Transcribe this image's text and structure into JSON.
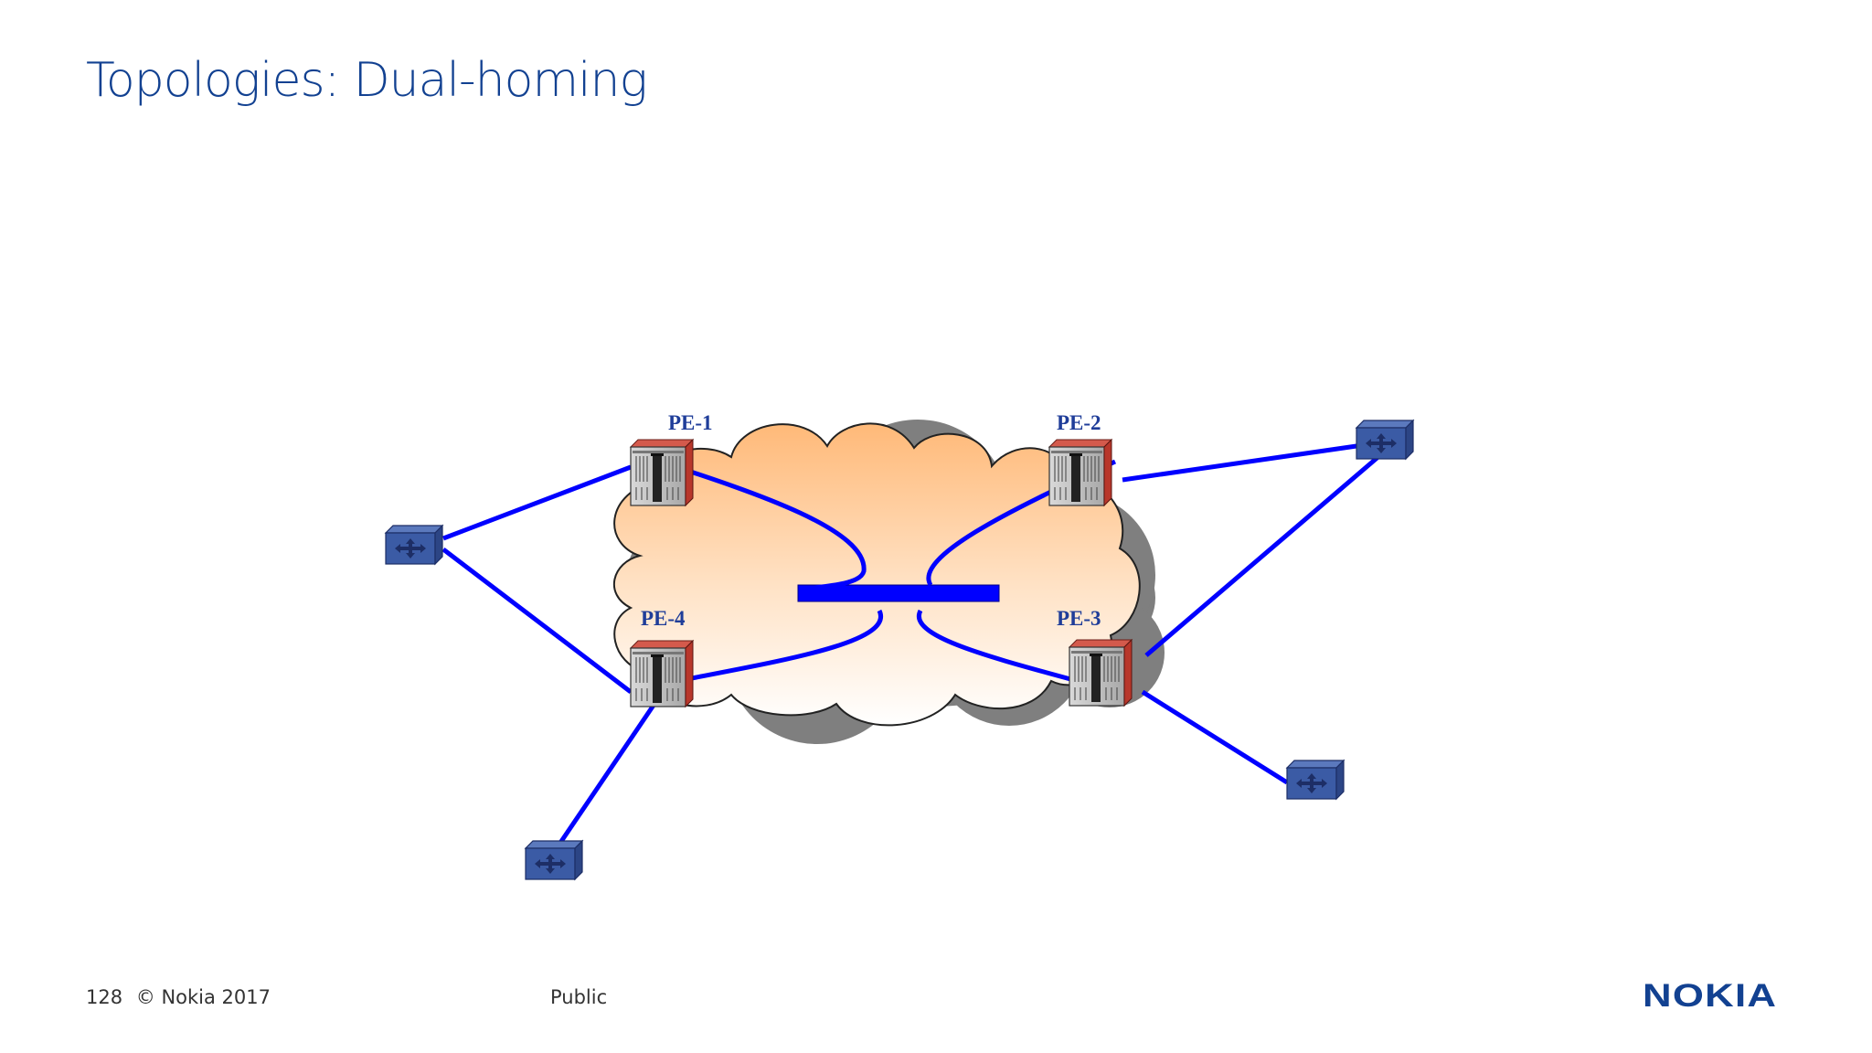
{
  "slide": {
    "title": "Topologies: Dual-homing"
  },
  "diagram": {
    "pe_routers": [
      {
        "id": "pe1",
        "label": "PE-1"
      },
      {
        "id": "pe2",
        "label": "PE-2"
      },
      {
        "id": "pe3",
        "label": "PE-3"
      },
      {
        "id": "pe4",
        "label": "PE-4"
      }
    ],
    "ce_switches": [
      "ce-left",
      "ce-top-right",
      "ce-bottom-right",
      "ce-bottom-left"
    ],
    "colors": {
      "link": "#0000ff",
      "cloud_top": "#ffbf80",
      "cloud_bottom": "#ffffff",
      "switch": "#3b5ba5",
      "router_red": "#c0453a"
    }
  },
  "footer": {
    "page_number": "128",
    "copyright": "© Nokia 2017",
    "classification": "Public",
    "brand": "NOKIA"
  }
}
